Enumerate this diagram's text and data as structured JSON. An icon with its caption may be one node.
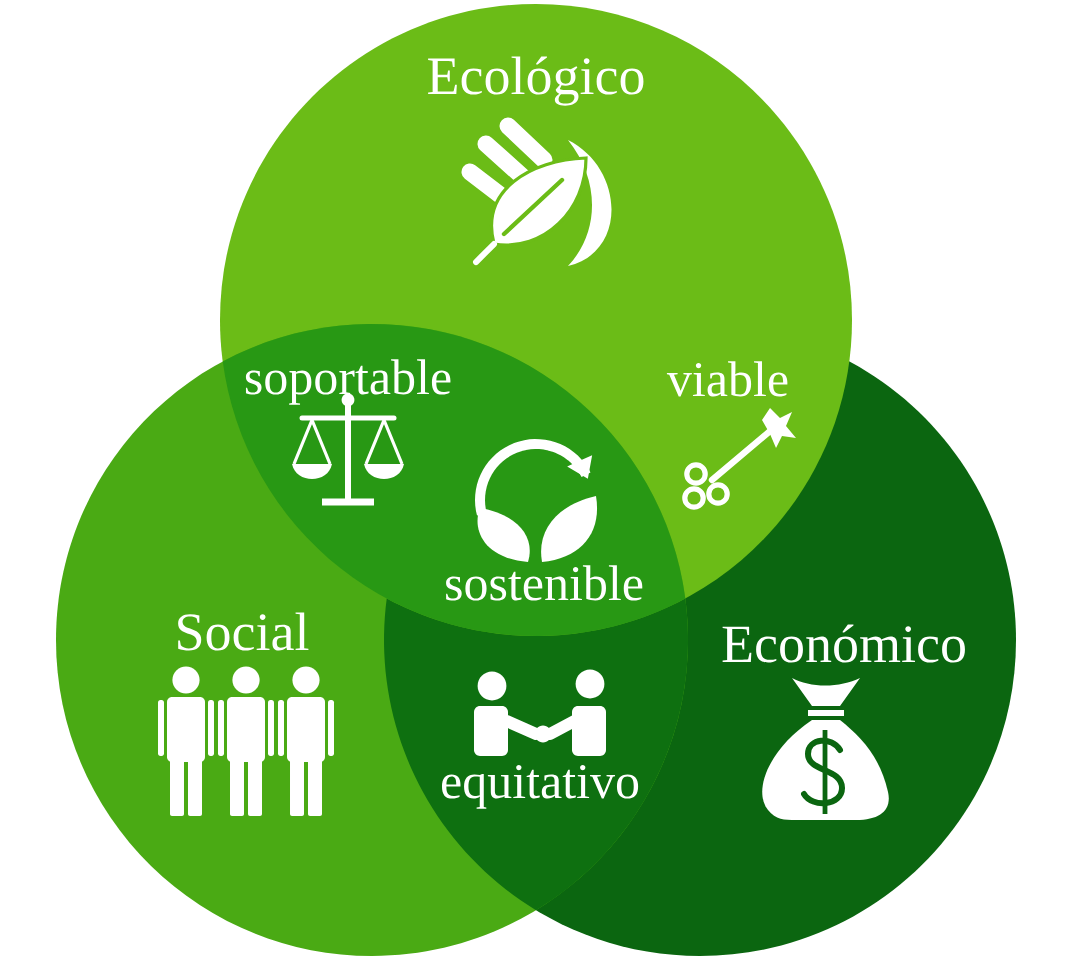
{
  "diagram": {
    "nodes": [
      {
        "text": [
          "Ecológico"
        ]
      },
      {
        "text": [
          "Social"
        ]
      },
      {
        "text": [
          "Económico"
        ]
      }
    ],
    "labels": [
      "soportable",
      "viable",
      "sostenible",
      "equitativo"
    ]
  }
}
